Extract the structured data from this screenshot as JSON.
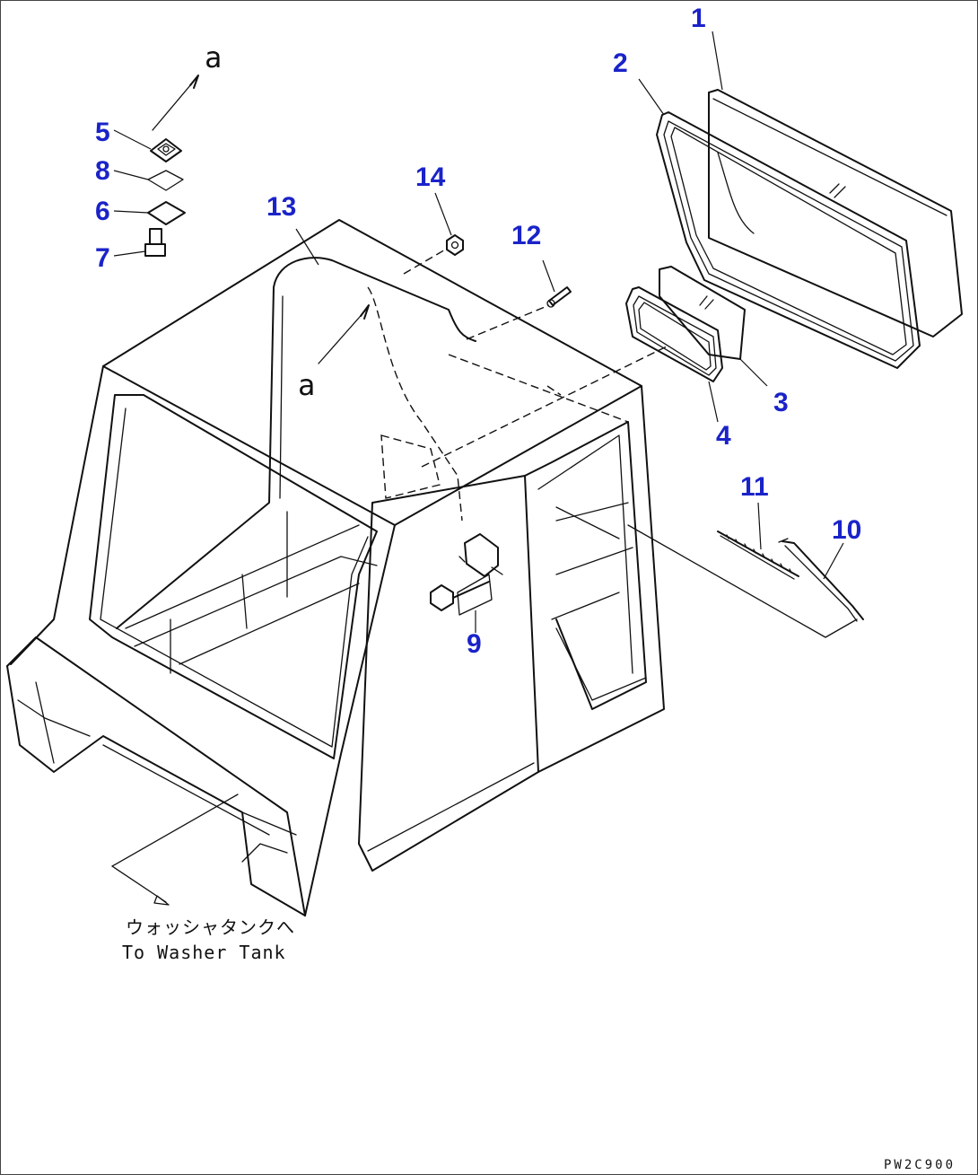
{
  "callouts": {
    "c1": "1",
    "c2": "2",
    "c3": "3",
    "c4": "4",
    "c5": "5",
    "c6": "6",
    "c7": "7",
    "c8": "8",
    "c9": "9",
    "c10": "10",
    "c11": "11",
    "c12": "12",
    "c13": "13",
    "c14": "14"
  },
  "view_refs": {
    "top": "a",
    "mid": "a"
  },
  "note": {
    "jp": "ウォッシャタンクへ",
    "en": "To Washer Tank"
  },
  "drawing_code": "PW2C900"
}
